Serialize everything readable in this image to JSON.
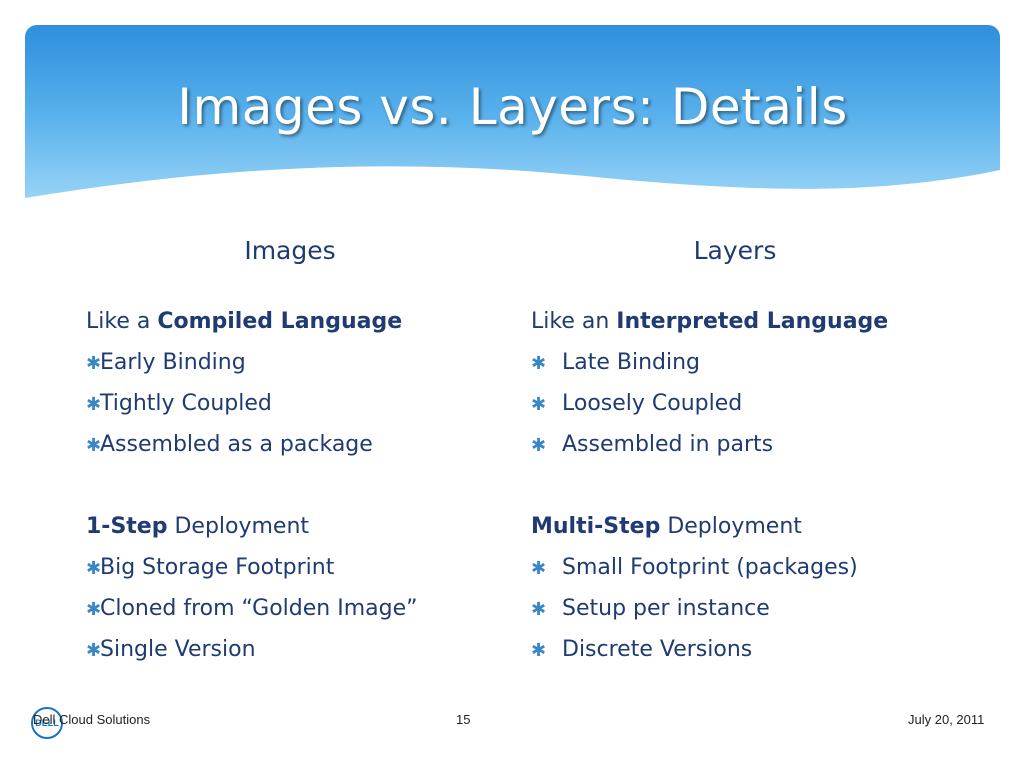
{
  "slide": {
    "title": "Images vs. Layers: Details",
    "left": {
      "header": "Images",
      "intro_prefix": "Like a ",
      "intro_strong": "Compiled Language",
      "bullets_a": [
        "Early Binding",
        "Tightly Coupled",
        "Assembled as a package"
      ],
      "deploy_strong": "1-Step",
      "deploy_rest": " Deployment",
      "bullets_b": [
        "Big Storage Footprint",
        "Cloned from “Golden Image”",
        "Single Version"
      ]
    },
    "right": {
      "header": "Layers",
      "intro_prefix": "Like an ",
      "intro_strong": "Interpreted Language",
      "bullets_a": [
        "Late Binding",
        "Loosely Coupled",
        "Assembled in parts"
      ],
      "deploy_strong": "Multi-Step",
      "deploy_rest": " Deployment",
      "bullets_b": [
        "Small Footprint (packages)",
        "Setup per instance",
        "Discrete Versions"
      ]
    },
    "bullet_glyph": "✱"
  },
  "footer": {
    "left": "Dell Cloud Solutions",
    "center": "15",
    "right": "July 20, 2011",
    "logo_text": "DELL"
  },
  "colors": {
    "text": "#1f3b72",
    "bullet": "#3a87c8",
    "banner_top": "#2f8fdd",
    "banner_bottom": "#a8dcf8"
  }
}
